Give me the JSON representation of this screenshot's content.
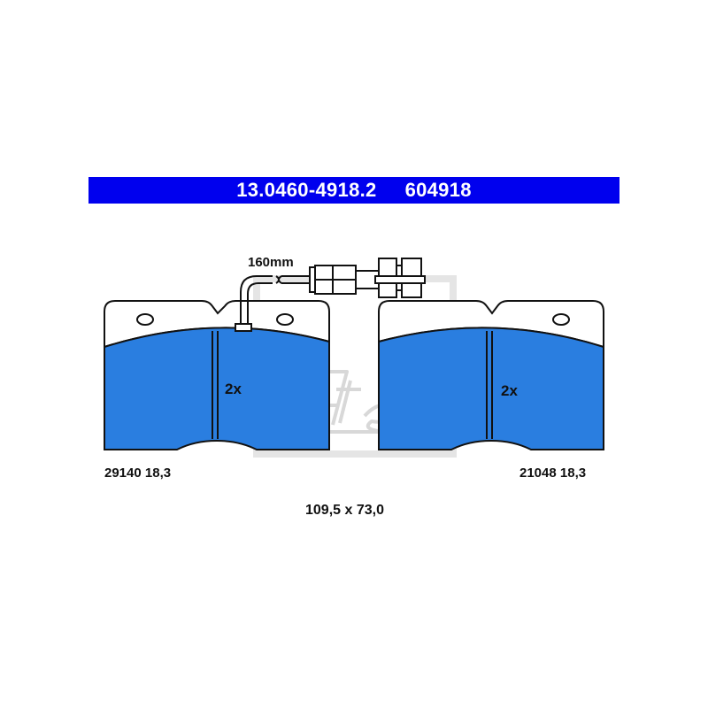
{
  "header": {
    "part_number": "13.0460-4918.2",
    "ref_number": "604918"
  },
  "sensor": {
    "cable_length": "160mm"
  },
  "pads": [
    {
      "quantity": "2x",
      "code": "29140 18,3"
    },
    {
      "quantity": "2x",
      "code": "21048 18,3"
    }
  ],
  "dimensions": "109,5 x 73,0",
  "watermark": {
    "brand": "Ate"
  },
  "colors": {
    "title_bar": "#0000ee",
    "friction_material": "#2a7ee0",
    "backing_plate": "#ffffff",
    "outline": "#111111",
    "watermark": "#d8d8d8"
  }
}
